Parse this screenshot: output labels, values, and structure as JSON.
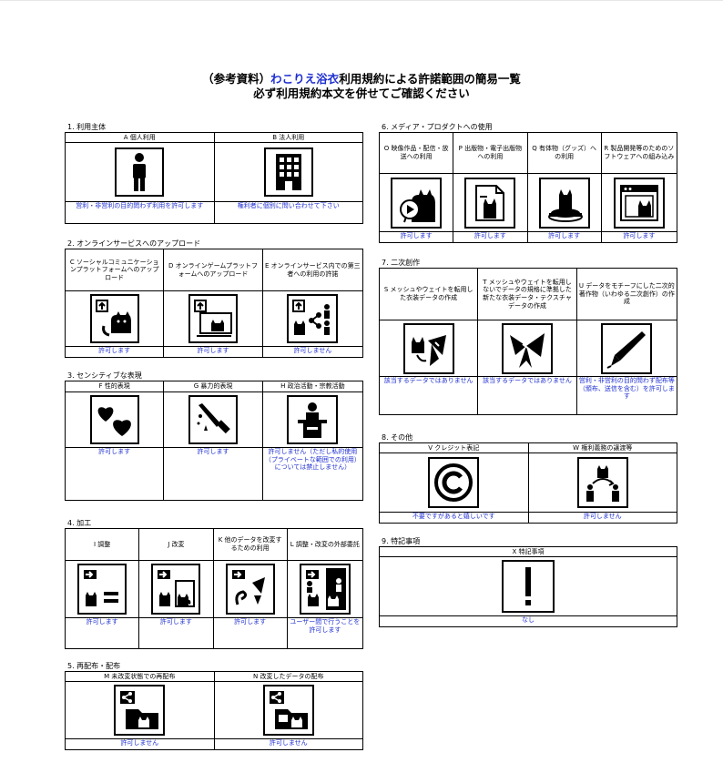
{
  "title": {
    "prefix": "（参考資料）",
    "brand": "わこりえ浴衣",
    "rest": "利用規約による許諾範囲の簡易一覧",
    "line2": "必ず利用規約本文を併せてご確認ください"
  },
  "sections": {
    "s1": {
      "label": "1. 利用主体",
      "items": [
        {
          "header": "A 個人利用",
          "answer": "営利・非営利の目的問わず利用を許可します",
          "icon": "person-icon"
        },
        {
          "header": "B 法人利用",
          "answer": "権利者に個別に問い合わせて下さい",
          "icon": "building-icon"
        }
      ]
    },
    "s2": {
      "label": "2. オンラインサービスへのアップロード",
      "items": [
        {
          "header": "C ソーシャルコミュニケーションプラットフォームへのアップロード",
          "answer": "許可します",
          "icon": "upload-cat-icon"
        },
        {
          "header": "D オンラインゲームプラットフォームへのアップロード",
          "answer": "許可します",
          "icon": "upload-monitor-cat-icon"
        },
        {
          "header": "E オンラインサービス内での第三者への利用の許諾",
          "answer": "許可しません",
          "icon": "share-third-party-icon"
        }
      ]
    },
    "s3": {
      "label": "3. センシティブな表現",
      "items": [
        {
          "header": "F 性的表現",
          "answer": "許可します",
          "icon": "hearts-icon"
        },
        {
          "header": "G 暴力的表現",
          "answer": "許可します",
          "icon": "knife-icon"
        },
        {
          "header": "H 政治活動・宗教活動",
          "answer": "許可しません（ただし私的使用（プライベートな範囲での利用）については禁止しません）",
          "icon": "podium-icon"
        }
      ]
    },
    "s4": {
      "label": "4. 加工",
      "items": [
        {
          "header": "I 調整",
          "answer": "許可します",
          "icon": "adjust-icon"
        },
        {
          "header": "J 改変",
          "answer": "許可します",
          "icon": "modify-icon"
        },
        {
          "header": "K 他のデータを改変するための利用",
          "answer": "許可します",
          "icon": "bow-icon"
        },
        {
          "header": "L 調整・改変の外部委託",
          "answer": "ユーザー間で行うことを許可します",
          "icon": "outsource-icon"
        }
      ]
    },
    "s5": {
      "label": "5. 再配布・配布",
      "items": [
        {
          "header": "M 未改変状態での再配布",
          "answer": "許可しません",
          "icon": "folder-share-icon"
        },
        {
          "header": "N 改変したデータの配布",
          "answer": "許可しません",
          "icon": "modified-share-icon"
        }
      ]
    },
    "s6": {
      "label": "6. メディア・プロダクトへの使用",
      "items": [
        {
          "header": "O 映像作品・配信・放送への利用",
          "answer": "許可します",
          "icon": "video-cat-icon"
        },
        {
          "header": "P 出版物・電子出版物への利用",
          "answer": "許可します",
          "icon": "document-cat-icon"
        },
        {
          "header": "Q 有体物（グッズ）への利用",
          "answer": "許可します",
          "icon": "goods-cat-icon"
        },
        {
          "header": "R 製品開発等のためのソフトウェアへの組み込み",
          "answer": "許可します",
          "icon": "window-cat-icon"
        }
      ]
    },
    "s7": {
      "label": "7. 二次創作",
      "items": [
        {
          "header": "S メッシュやウェイトを転用した衣装データの作成",
          "answer": "該当するデータではありません",
          "icon": "cat-ribbon-icon"
        },
        {
          "header": "T メッシュやウェイトを転用しないでデータの規格に準拠した新たな衣装データ・テクスチャデータの作成",
          "answer": "該当するデータではありません",
          "icon": "ribbon-icon"
        },
        {
          "header": "U データをモチーフにした二次的著作物（いわゆる二次創作）の作成",
          "answer": "営利・非営利の目的問わず配布等（頒布、送信を含む）を許可します",
          "icon": "pen-icon"
        }
      ]
    },
    "s8": {
      "label": "8. その他",
      "items": [
        {
          "header": "V クレジット表記",
          "answer": "不要ですがあると嬉しいです",
          "icon": "copyright-icon"
        },
        {
          "header": "W 権利義務の譲渡等",
          "answer": "許可しません",
          "icon": "transfer-icon"
        }
      ]
    },
    "s9": {
      "label": "9. 特記事項",
      "items": [
        {
          "header": "X 特記事項",
          "answer": "なし",
          "icon": "exclamation-icon"
        }
      ]
    }
  }
}
